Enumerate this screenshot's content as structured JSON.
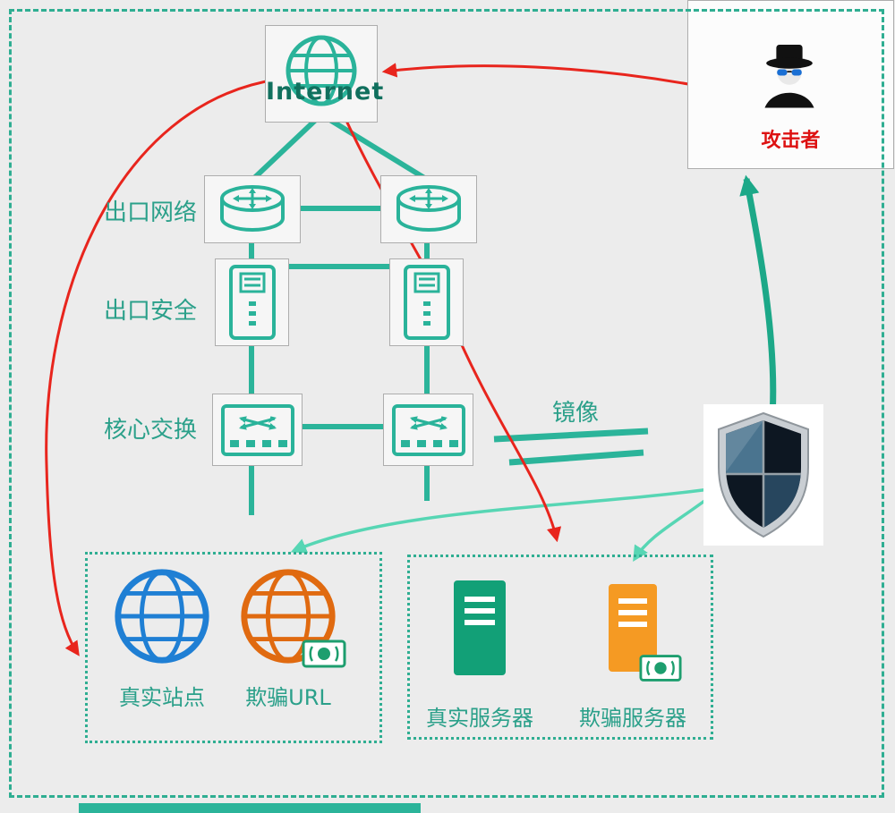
{
  "labels": {
    "internet": "Internet",
    "attacker": "攻击者",
    "egress_network": "出口网络",
    "egress_security": "出口安全",
    "core_switch": "核心交换",
    "mirror": "镜像",
    "real_site": "真实站点",
    "deception_url": "欺骗URL",
    "real_server": "真实服务器",
    "deception_server": "欺骗服务器"
  },
  "colors": {
    "teal_line": "#2bb49a",
    "teal_text": "#2ba08a",
    "dark_teal_text": "#11705e",
    "mint_arrow": "#57d6b4",
    "red_arrow": "#e8251d",
    "attacker_text": "#dd1111",
    "blue_globe": "#1f7fd4",
    "orange_globe": "#e06a10",
    "green_server": "#12a077",
    "orange_server": "#f59a23",
    "money_green": "#1d9e6e",
    "dotted_border": "#2fae92"
  }
}
